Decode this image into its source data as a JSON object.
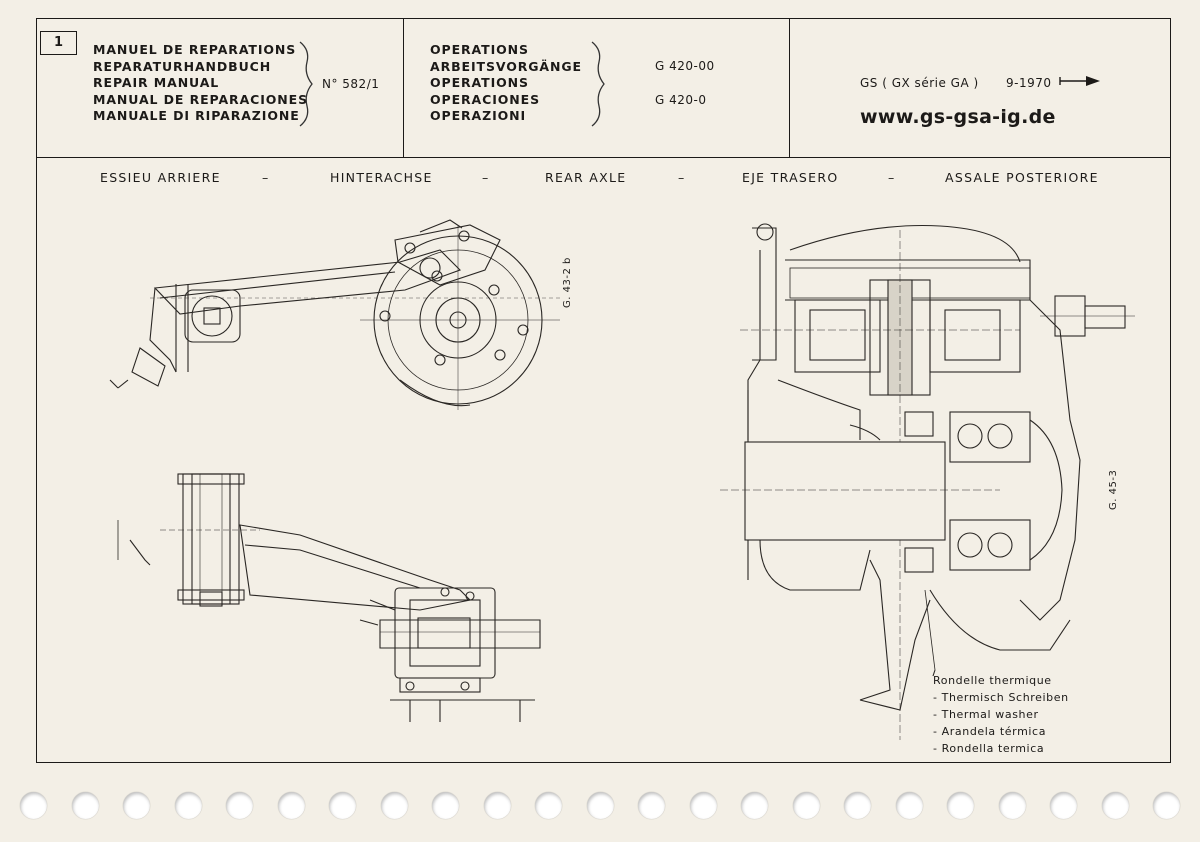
{
  "header": {
    "page_number": "1",
    "manual_titles": [
      "MANUEL DE REPARATIONS",
      "REPARATURHANDBUCH",
      "REPAIR MANUAL",
      "MANUAL DE REPARACIONES",
      "MANUALE DI RIPARAZIONE"
    ],
    "manual_number": "N° 582/1",
    "operations_titles": [
      "OPERATIONS",
      "ARBEITSVORGÄNGE",
      "OPERATIONS",
      "OPERACIONES",
      "OPERAZIONI"
    ],
    "operation_codes": [
      "G 420-00",
      "G 420-0"
    ],
    "model": "GS ( GX série GA )",
    "date": "9-1970",
    "url": "www.gs-gsa-ig.de"
  },
  "section_titles": [
    "ESSIEU ARRIERE",
    "HINTERACHSE",
    "REAR AXLE",
    "EJE TRASERO",
    "ASSALE POSTERIORE"
  ],
  "separator": "–",
  "figure_refs": {
    "left": "G. 43-2 b",
    "right": "G. 45-3"
  },
  "washer_labels": [
    "Rondelle thermique",
    "- Thermisch Schreiben",
    "- Thermal washer",
    "- Arandela térmica",
    "- Rondella termica"
  ],
  "binder_holes": 23
}
